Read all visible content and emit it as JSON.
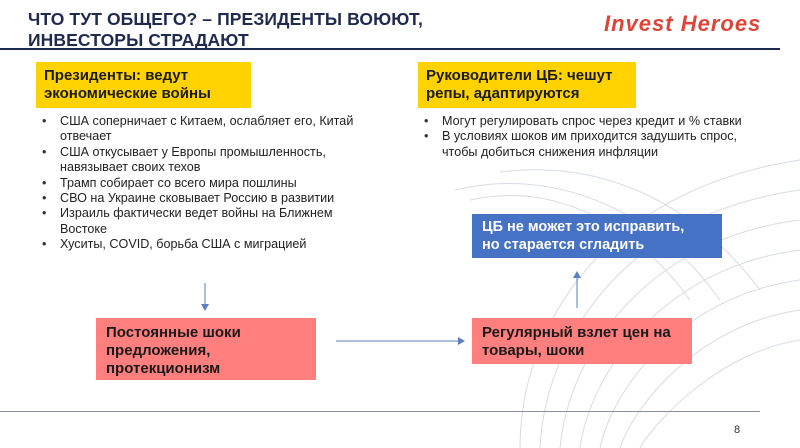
{
  "header": {
    "title_line1": "ЧТО ТУТ ОБЩЕГО? – ПРЕЗИДЕНТЫ ВОЮЮТ,",
    "title_line2": "ИНВЕСТОРЫ СТРАДАЮТ",
    "logo": "Invest Heroes"
  },
  "presidents": {
    "heading_line1": "Президенты: ведут",
    "heading_line2": "экономические войны",
    "bullets": [
      "США соперничает с Китаем, ослабляет его, Китай отвечает",
      "США откусывает у Европы промышленность, навязывает своих техов",
      "Трамп собирает со всего мира пошлины",
      "СВО на Украине сковывает Россию в развитии",
      "Израиль фактически ведет войны на Ближнем Востоке",
      "Хуситы, COVID, борьба США с миграцией"
    ]
  },
  "central_banks": {
    "heading_line1": "Руководители ЦБ: чешут",
    "heading_line2": "репы, адаптируются",
    "bullets": [
      "Могут регулировать спрос через кредит и % ставки",
      "В условиях шоков им приходится задушить спрос, чтобы добиться снижения инфляции"
    ]
  },
  "boxes": {
    "shocks_line1": "Постоянные шоки",
    "shocks_line2": "предложения,",
    "shocks_line3": "протекционизм",
    "prices_line1": "Регулярный взлет цен на",
    "prices_line2": "товары, шоки",
    "cb_line1": "ЦБ не может это исправить,",
    "cb_line2": "но старается сгладить"
  },
  "footer": {
    "page_number": "8"
  },
  "colors": {
    "title": "#1f2a4f",
    "logo": "#e04438",
    "yellow": "#ffd200",
    "pink": "#ff7e7e",
    "blue": "#4572c4",
    "arrow": "#5b7fc0"
  }
}
